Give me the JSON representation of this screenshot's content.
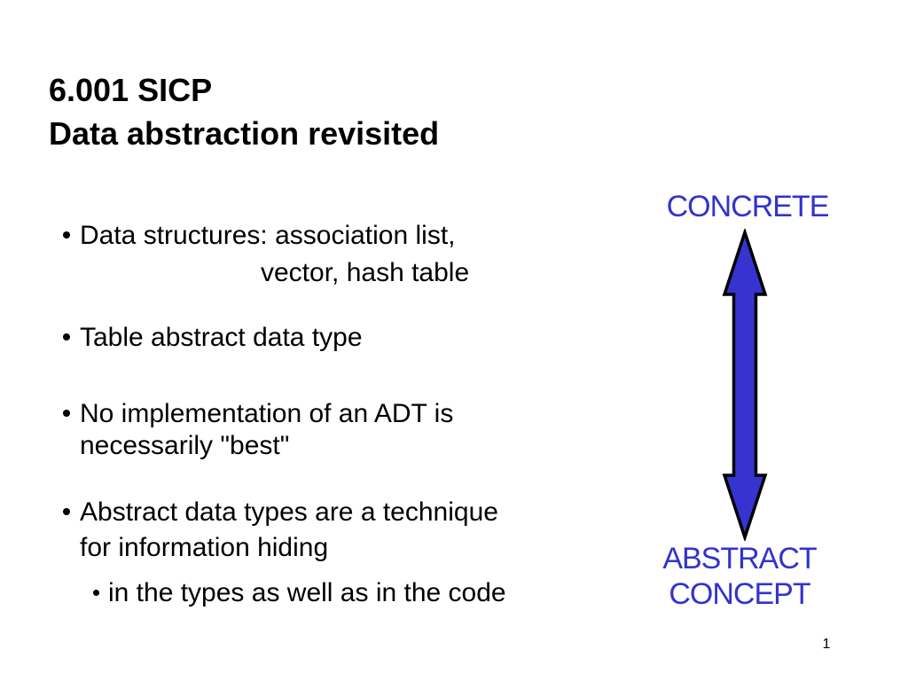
{
  "slide": {
    "title": {
      "line1": "6.001 SICP",
      "line2": "Data abstraction revisited"
    },
    "bullets": [
      {
        "lines": [
          "Data structures: association list,",
          "vector, hash table"
        ]
      },
      {
        "lines": [
          "Table abstract data type"
        ]
      },
      {
        "lines": [
          "No implementation of an ADT is",
          "necessarily \"best\""
        ]
      },
      {
        "lines": [
          "Abstract data types are a technique",
          "for information hiding"
        ],
        "sub_bullets": [
          "in the types as well as in the code"
        ]
      }
    ],
    "diagram": {
      "top_label": "CONCRETE",
      "bottom_label_line1": "ABSTRACT",
      "bottom_label_line2": "CONCEPT",
      "arrow_type": "double-headed-vertical"
    },
    "page_number": "1",
    "colors": {
      "label_blue": "#3333cc",
      "arrow_fill": "#3634d0",
      "arrow_outline": "#000000",
      "text": "#000000",
      "background": "#ffffff"
    }
  }
}
